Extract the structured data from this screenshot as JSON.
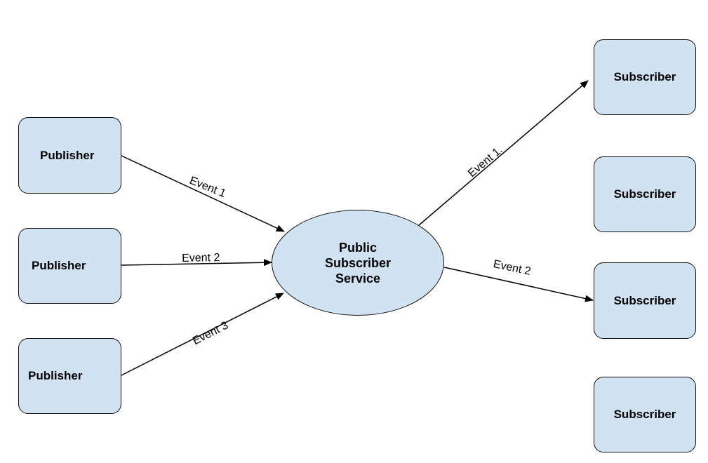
{
  "publishers": [
    {
      "label": "Publisher"
    },
    {
      "label": "Publisher"
    },
    {
      "label": "Publisher"
    }
  ],
  "service": {
    "line1": "Public",
    "line2": "Subscriber",
    "line3": "Service"
  },
  "subscribers": [
    {
      "label": "Subscriber"
    },
    {
      "label": "Subscriber"
    },
    {
      "label": "Subscriber"
    },
    {
      "label": "Subscriber"
    }
  ],
  "edges": [
    {
      "label": "Event 1"
    },
    {
      "label": "Event 2"
    },
    {
      "label": "Event 3"
    },
    {
      "label": "Event 1."
    },
    {
      "label": "Event 2"
    }
  ],
  "colors": {
    "node_fill": "#d1e2f3",
    "stroke": "#111111"
  }
}
